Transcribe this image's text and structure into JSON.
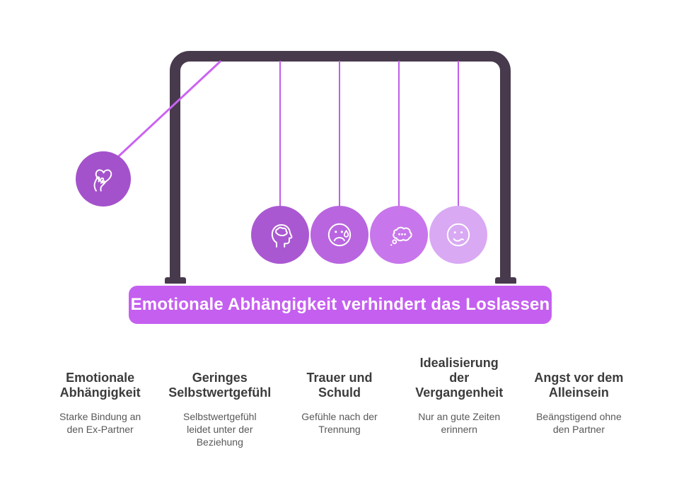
{
  "banner": {
    "text": "Emotionale Abhängigkeit verhindert das Loslassen",
    "background": "#c55ff0",
    "text_color": "#ffffff"
  },
  "cradle": {
    "frame_color": "#483a4d",
    "string_color": "#c05ee8",
    "swing_string_color": "#cb63f2",
    "swing_ball": {
      "icon": "hand-holding-heart-icon",
      "color": "#a452cb"
    },
    "balls": [
      {
        "icon": "head-brain-icon",
        "color": "#aa58d2"
      },
      {
        "icon": "sad-face-tear-icon",
        "color": "#b965e0"
      },
      {
        "icon": "thought-bubble-icon",
        "color": "#c876eb"
      },
      {
        "icon": "worried-face-icon",
        "color": "#d9a9f3"
      }
    ]
  },
  "columns": [
    {
      "heading": "Emotionale\nAbhängigkeit",
      "body": "Starke Bindung an\nden Ex-Partner"
    },
    {
      "heading": "Geringes\nSelbstwertgefühl",
      "body": "Selbstwertgefühl\nleidet unter der\nBeziehung"
    },
    {
      "heading": "Trauer und\nSchuld",
      "body": "Gefühle nach der\nTrennung"
    },
    {
      "heading": "Idealisierung\nder\nVergangenheit",
      "body": "Nur an gute Zeiten\nerinnern"
    },
    {
      "heading": "Angst vor dem\nAlleinsein",
      "body": "Beängstigend ohne\nden Partner"
    }
  ],
  "text_colors": {
    "heading": "#3c3c3c",
    "body": "#585858"
  }
}
